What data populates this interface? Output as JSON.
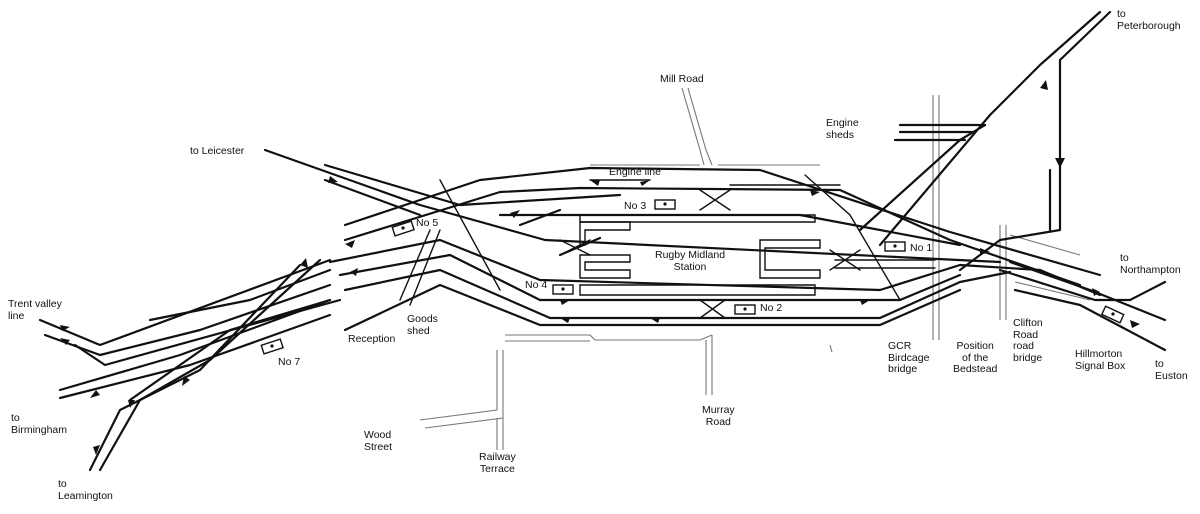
{
  "title": "",
  "destinations": {
    "peterborough": "to\nPeterborough",
    "leicester": "to Leicester",
    "trent_valley": "Trent valley\nline",
    "birmingham": "to\nBirmingham",
    "leamington": "to\nLeamington",
    "northampton": "to\nNorthampton",
    "euston": "to\nEuston"
  },
  "places": {
    "mill_road": "Mill Road",
    "engine_sheds": "Engine\nsheds",
    "engine_line": "Engine line",
    "station": "Rugby Midland\nStation",
    "goods_shed": "Goods\nshed",
    "reception": "Reception",
    "gcr_bridge": "GCR\nBirdcage\nbridge",
    "bedstead": "Position\nof the\nBedstead",
    "clifton_bridge": "Clifton\nRoad\nroad\nbridge",
    "hillmorton": "Hillmorton\nSignal Box",
    "murray_road": "Murray\nRoad",
    "wood_street": "Wood\nStreet",
    "railway_terrace": "Railway\nTerrace"
  },
  "signal_boxes": {
    "no1": "No 1",
    "no2": "No 2",
    "no3": "No 3",
    "no4": "No 4",
    "no5": "No 5",
    "no7": "No 7"
  }
}
